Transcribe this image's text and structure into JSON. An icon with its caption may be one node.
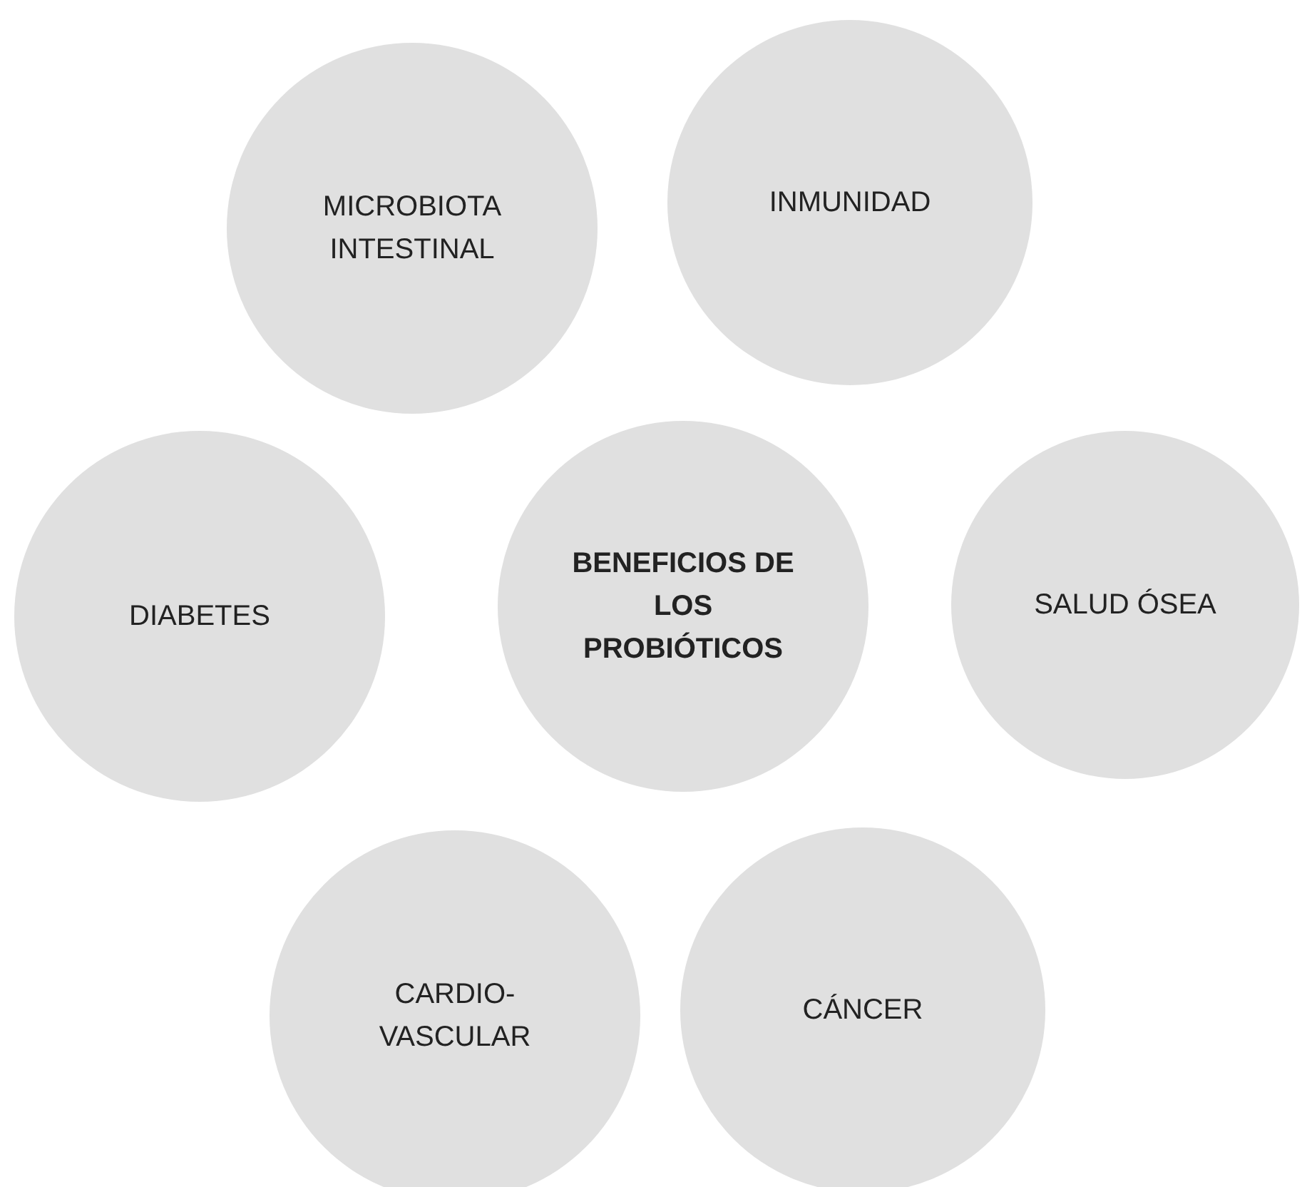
{
  "diagram": {
    "nodes": [
      {
        "text": [
          "MICROBIOTA INTESTINAL"
        ]
      },
      {
        "text": [
          "INMUNIDAD"
        ]
      },
      {
        "text": [
          "DIABETES"
        ]
      },
      {
        "text": [
          "BENEFICIOS DE LOS PROBIÓTICOS"
        ]
      },
      {
        "text": [
          "SALUD ÓSEA"
        ]
      },
      {
        "text": [
          "CARDIO- VASCULAR"
        ]
      },
      {
        "text": [
          "CÁNCER"
        ]
      }
    ]
  }
}
